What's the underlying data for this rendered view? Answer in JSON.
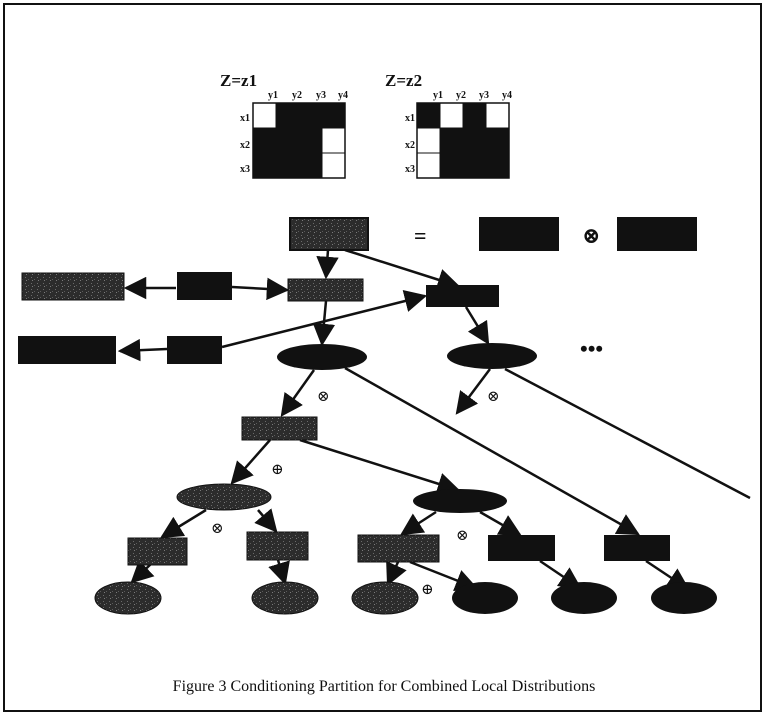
{
  "matrices": [
    {
      "title": "Z=z1",
      "col_labels": [
        "y1",
        "y2",
        "y3",
        "y4"
      ],
      "row_labels": [
        "x1",
        "x2",
        "x3"
      ],
      "cells": [
        [
          0,
          1,
          1,
          1
        ],
        [
          1,
          1,
          1,
          0
        ],
        [
          1,
          1,
          1,
          0
        ]
      ]
    },
    {
      "title": "Z=z2",
      "col_labels": [
        "y1",
        "y2",
        "y3",
        "y4"
      ],
      "row_labels": [
        "x1",
        "x2",
        "x3"
      ],
      "cells": [
        [
          1,
          0,
          1,
          0
        ],
        [
          0,
          1,
          1,
          1
        ],
        [
          0,
          1,
          1,
          1
        ]
      ]
    }
  ],
  "equation": {
    "equals": "=",
    "times": "⊗"
  },
  "ops": {
    "times": "⊗",
    "plus": "⊕",
    "ellipsis": "•••"
  },
  "caption": "Figure 3 Conditioning Partition for Combined Local Distributions",
  "colors": {
    "dark": "#111111",
    "mottled": "#3a3a3a",
    "white": "#ffffff"
  }
}
